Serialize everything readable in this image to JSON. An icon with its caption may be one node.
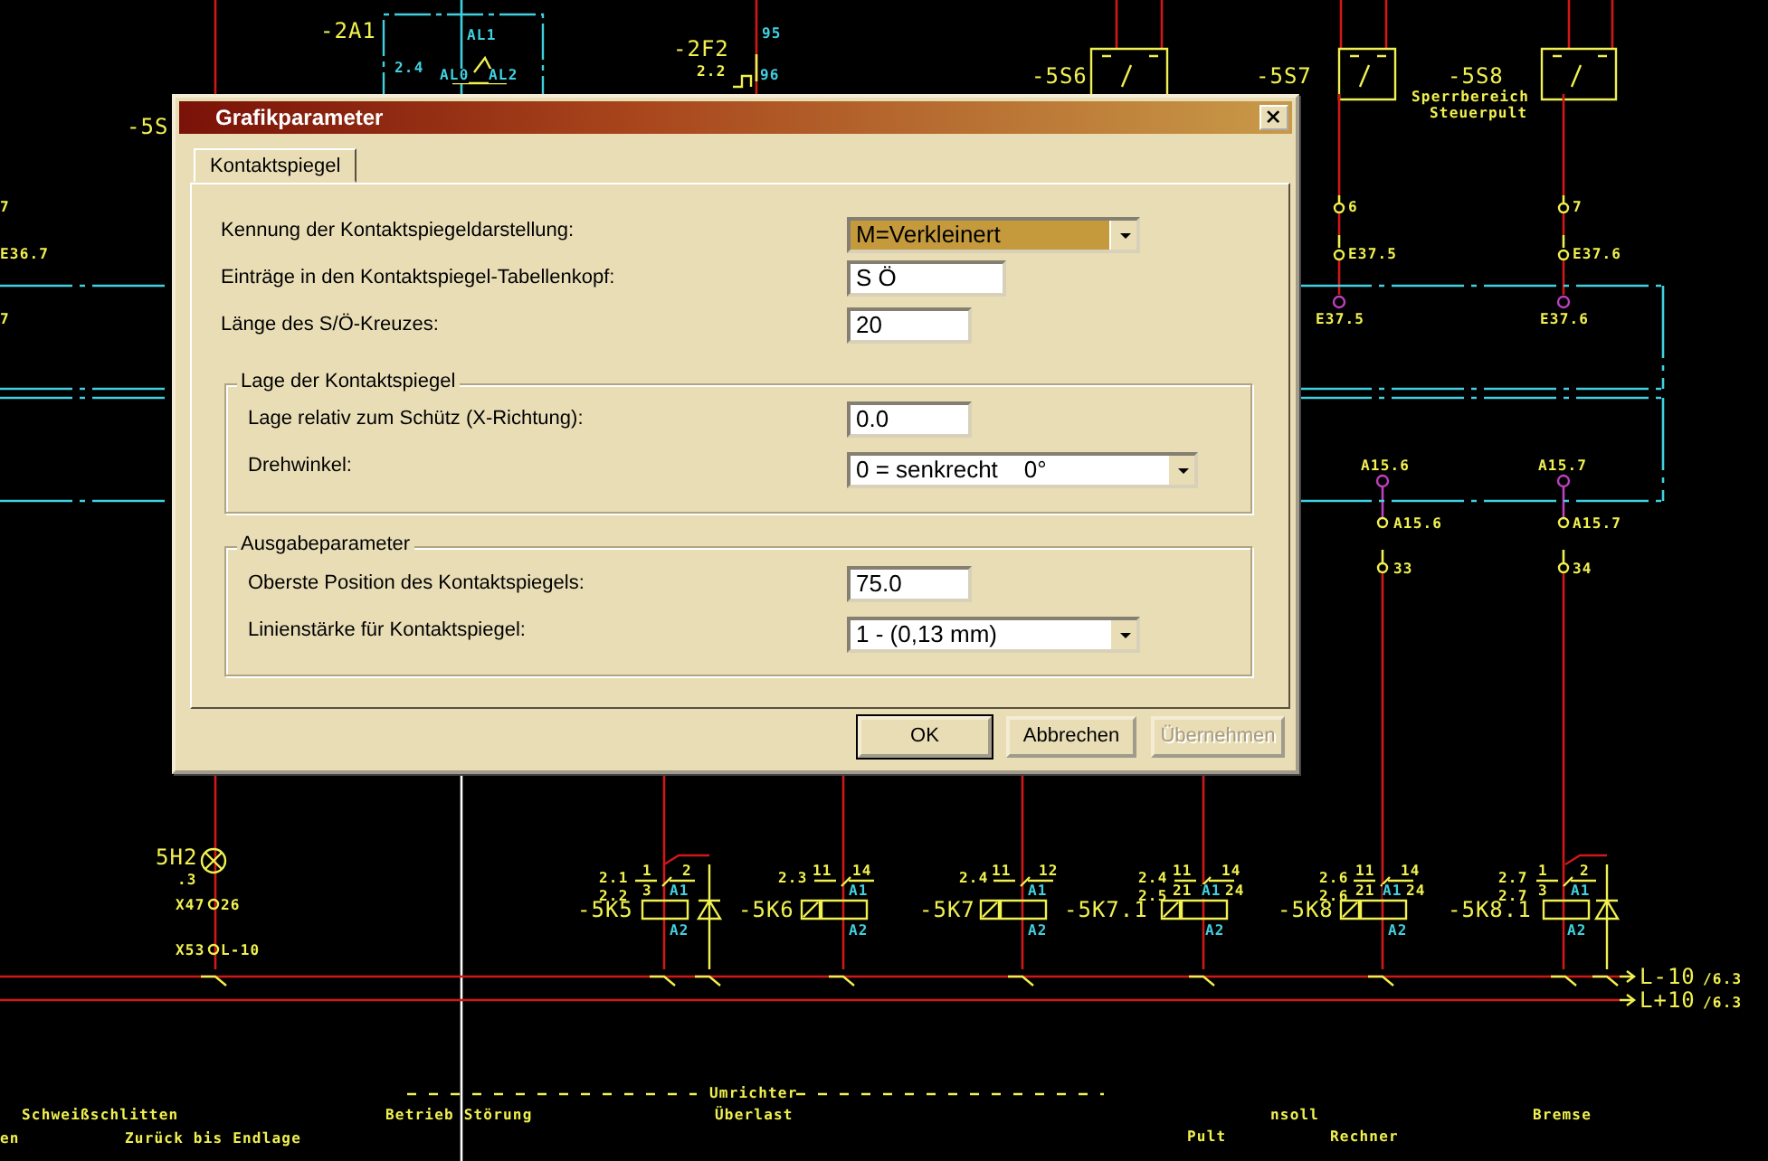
{
  "diagram": {
    "nodes": [
      {
        "text": [
          "Grafikparameter"
        ]
      },
      {
        "text": [
          "Kontaktspiegel"
        ],
        "in": 0
      },
      {
        "text": [
          "Lage der Kontaktspiegel"
        ],
        "in": 1
      },
      {
        "text": [
          "Ausgabeparameter"
        ],
        "in": 1
      }
    ],
    "labels": [
      "-2A1",
      "AL1",
      "2.4",
      "AL0",
      "AL2",
      "-2F2",
      "95",
      "2.2",
      "96",
      "-5S6",
      "-5S7",
      "-5S8",
      "Sperrbereich",
      "Steuerpult",
      "-5S",
      "Kennung der Kontaktspiegeldarstellung:",
      "M=Verkleinert",
      "Einträge in den Kontaktspiegel-Tabellenkopf:",
      "S Ö",
      "Länge des S/Ö-Kreuzes:",
      "20",
      "Lage relativ zum Schütz (X-Richtung):",
      "0.0",
      "Drehwinkel:",
      "0 = senkrecht    0°",
      "Oberste Position des Kontaktspiegels:",
      "75.0",
      "Linienstärke für Kontaktspiegel:",
      "1 - (0,13 mm)",
      "OK",
      "Abbrechen",
      "Übernehmen",
      "7",
      "E36.7",
      "7",
      "6",
      "E37.5",
      "7",
      "E37.6",
      "E37.5",
      "E37.6",
      "A15.6",
      "A15.7",
      "A15.6",
      "A15.7",
      "33",
      "34",
      "5H2",
      ".3",
      "X47",
      "26",
      "X53",
      "L-10",
      "2.1",
      "1",
      "2",
      "2.2",
      "3",
      "A1",
      "-5K5",
      "A2",
      "2.3",
      "11",
      "14",
      "A1",
      "-5K6",
      "A2",
      "2.4",
      "11",
      "12",
      "A1",
      "-5K7",
      "A2",
      "2.4",
      "11",
      "14",
      "2.5",
      "21",
      "A1",
      "24",
      "-5K7.1",
      "A2",
      "2.6",
      "11",
      "14",
      "2.6",
      "21",
      "A1",
      "24",
      "-5K8",
      "A2",
      "2.7",
      "1",
      "2",
      "2.7",
      "3",
      "A1",
      "-5K8.1",
      "A2",
      "L-10",
      "/6.3",
      "L+10",
      "/6.3",
      "Umrichter",
      "Schweißschlitten",
      "Betrieb Störung",
      "Überlast",
      "nsoll",
      "Bremse",
      "en",
      "Zurück bis Endlage",
      "Pult",
      "Rechner"
    ]
  }
}
